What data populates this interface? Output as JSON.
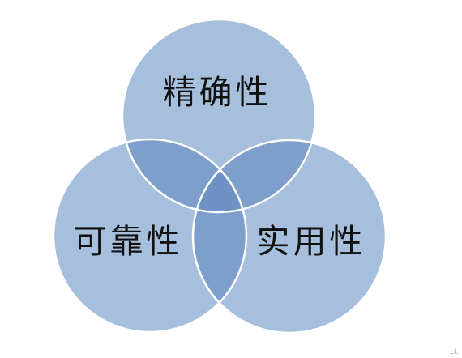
{
  "diagram": {
    "type": "venn",
    "circles": [
      {
        "id": "top",
        "label": "精确性"
      },
      {
        "id": "left",
        "label": "可靠性"
      },
      {
        "id": "right",
        "label": "实用性"
      }
    ],
    "colors": {
      "circle": "#a6bfdc",
      "pair_overlap": "#7e9fcc",
      "center_overlap": "#6f92c4",
      "outline": "#ffffff"
    }
  },
  "corner_mark": "LL"
}
